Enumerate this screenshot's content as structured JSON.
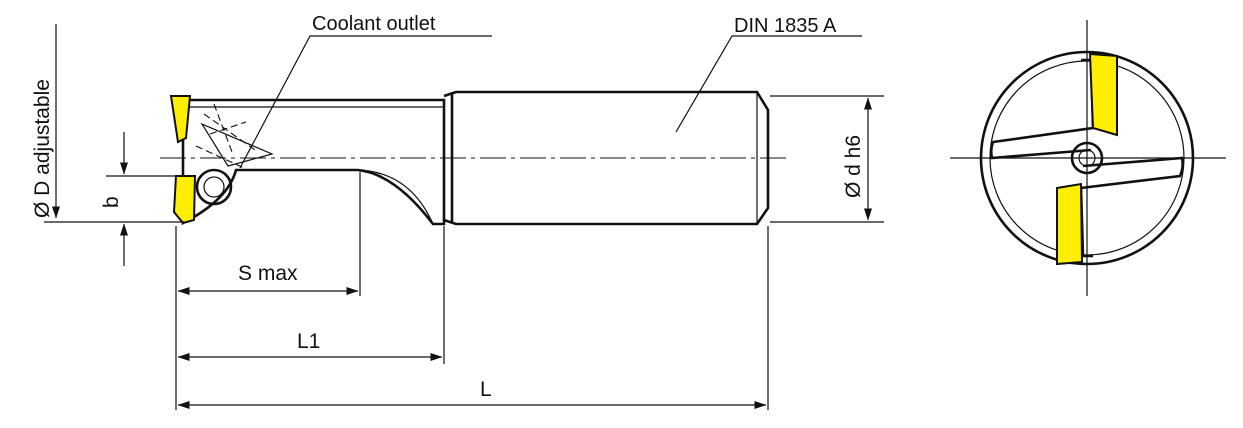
{
  "labels": {
    "coolant_outlet": "Coolant outlet",
    "din": "DIN 1835 A",
    "diameter_D": "Ø D adjustable",
    "diameter_d": "Ø d h6",
    "b": "b",
    "s_max": "S max",
    "l1": "L1",
    "l": "L"
  },
  "colors": {
    "insert": "#ffee00",
    "line": "#111111",
    "background": "#ffffff"
  }
}
